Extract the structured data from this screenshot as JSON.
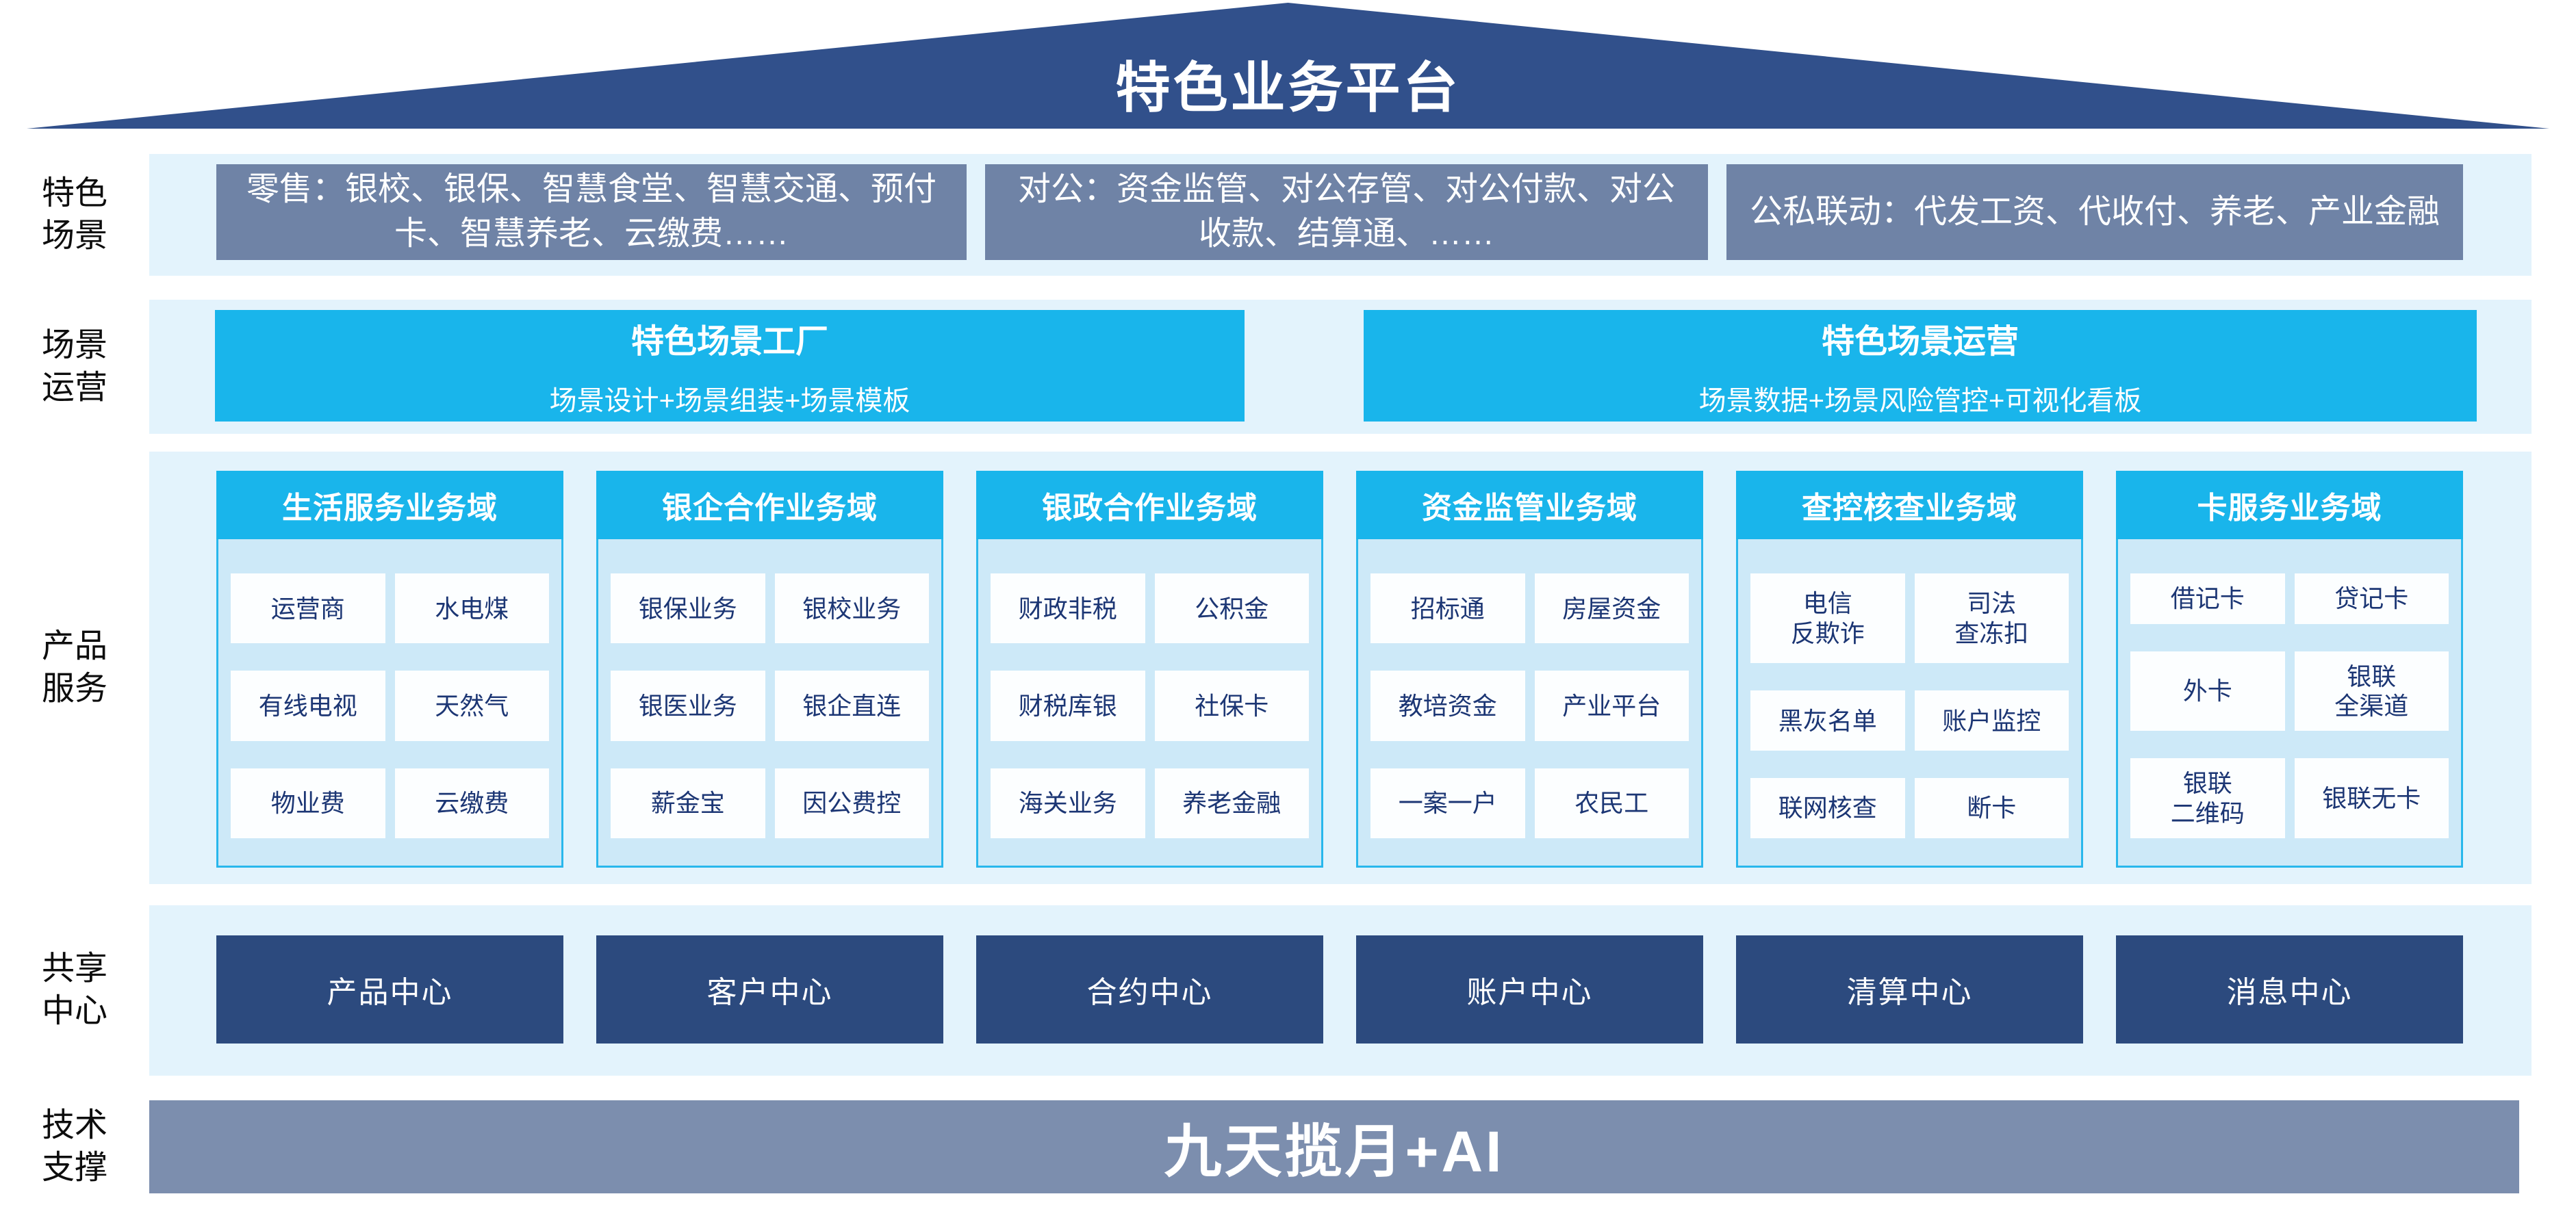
{
  "roof": {
    "title": "特色业务平台"
  },
  "rows": {
    "scenes": {
      "label": "特色\n场景",
      "boxes": [
        "零售：银校、银保、智慧食堂、智慧交通、预付卡、智慧养老、云缴费……",
        "对公：资金监管、对公存管、对公付款、对公收款、结算通、……",
        "公私联动：代发工资、代收付、养老、产业金融"
      ]
    },
    "operation": {
      "label": "场景\n运营",
      "boxes": [
        {
          "title": "特色场景工厂",
          "subtitle": "场景设计+场景组装+场景模板"
        },
        {
          "title": "特色场景运营",
          "subtitle": "场景数据+场景风险管控+可视化看板"
        }
      ]
    },
    "products": {
      "label": "产品\n服务",
      "domains": [
        {
          "title": "生活服务业务域",
          "cells": [
            "运营商",
            "水电煤",
            "有线电视",
            "天然气",
            "物业费",
            "云缴费"
          ]
        },
        {
          "title": "银企合作业务域",
          "cells": [
            "银保业务",
            "银校业务",
            "银医业务",
            "银企直连",
            "薪金宝",
            "因公费控"
          ]
        },
        {
          "title": "银政合作业务域",
          "cells": [
            "财政非税",
            "公积金",
            "财税库银",
            "社保卡",
            "海关业务",
            "养老金融"
          ]
        },
        {
          "title": "资金监管业务域",
          "cells": [
            "招标通",
            "房屋资金",
            "教培资金",
            "产业平台",
            "一案一户",
            "农民工"
          ]
        },
        {
          "title": "查控核查业务域",
          "cells": [
            "电信\n反欺诈",
            "司法\n查冻扣",
            "黑灰名单",
            "账户监控",
            "联网核查",
            "断卡"
          ]
        },
        {
          "title": "卡服务业务域",
          "cells": [
            "借记卡",
            "贷记卡",
            "外卡",
            "银联\n全渠道",
            "银联\n二维码",
            "银联无卡"
          ]
        }
      ]
    },
    "shared": {
      "label": "共享\n中心",
      "centers": [
        "产品中心",
        "客户中心",
        "合约中心",
        "账户中心",
        "清算中心",
        "消息中心"
      ]
    },
    "tech": {
      "label": "技术\n支撑",
      "bar": "九天揽月+AI"
    }
  },
  "colors": {
    "roof_navy": "#31508B",
    "scene_slate": "#6F83A6",
    "cyan_accent": "#19B5EB",
    "band_bg": "#E3F3FC",
    "domain_body_bg": "#CDE9F8",
    "cell_text_navy": "#1C3674",
    "center_navy": "#2C4A7E",
    "tech_bar_slate": "#7C8EAE"
  }
}
